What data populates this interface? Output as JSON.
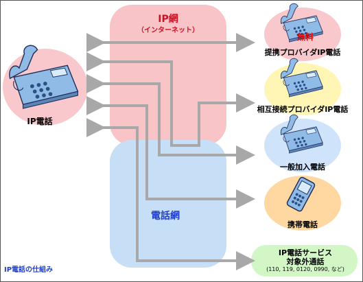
{
  "networks": {
    "ip_title": "IP網",
    "ip_subtitle": "（インターネット）",
    "phone_title": "電話網"
  },
  "left_phone": {
    "label": "IP電話"
  },
  "free_badge": "無料",
  "endpoints": {
    "partner_ip": "提携プロバイダIP電話",
    "mutual_ip": "相互接続プロバイダIP電話",
    "general_line": "一般加入電話",
    "mobile": "携帯電話",
    "ip_service_title": "IP電話サービス",
    "ip_service_subtitle": "対象外通話",
    "ip_service_note": "(110, 119, 0120, 0990, など)"
  },
  "caption": "IP電話の仕組み",
  "colors": {
    "ip_network": "#f8c4c8",
    "phone_network": "#c6def6",
    "left_phone_bubble": "#f8c8cc",
    "partner_bubble": "#f8c8cc",
    "mutual_bubble": "#fff6b6",
    "general_bubble": "#cfe3fa",
    "mobile_bubble": "#ffd7a1",
    "service_bubble": "#d2f6c6",
    "arrow": "#a8a8a8",
    "phone_body": "#8fbbe6"
  },
  "icons": {
    "left": "desk-phone-icon",
    "partner": "desk-phone-icon",
    "mutual": "desk-phone-icon",
    "general": "desk-phone-icon",
    "mobile": "mobile-phone-icon"
  }
}
